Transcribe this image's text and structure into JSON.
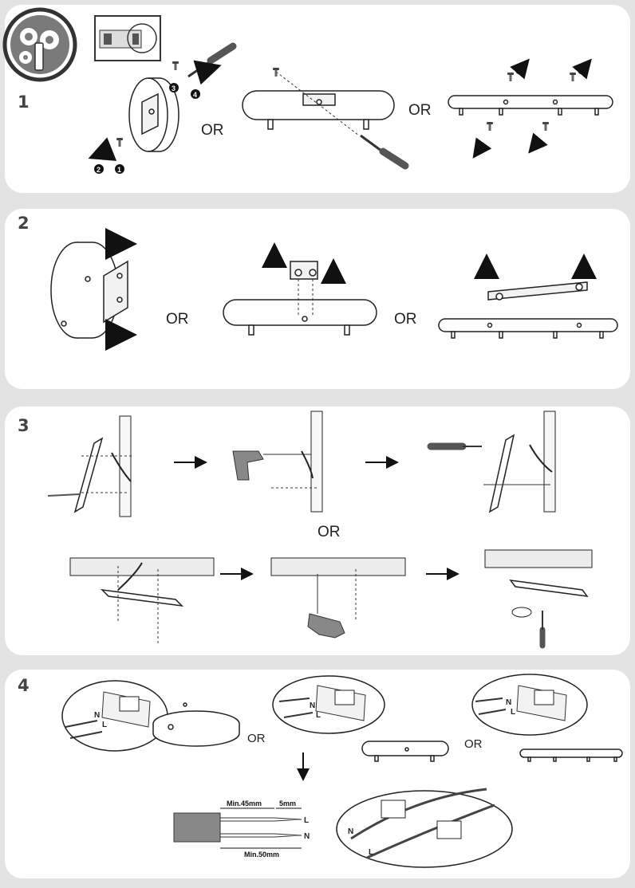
{
  "steps": [
    {
      "number": "1",
      "or_labels": [
        "OR",
        "OR"
      ]
    },
    {
      "number": "2",
      "or_labels": [
        "OR",
        "OR"
      ]
    },
    {
      "number": "3",
      "or_labels": [
        "OR"
      ]
    },
    {
      "number": "4",
      "or_labels": [
        "OR",
        "OR"
      ]
    }
  ],
  "wiring": {
    "terminal_n": "N",
    "terminal_l": "L",
    "strip_length": "Min.45mm",
    "tip_length": "5mm",
    "outer_length": "Min.50mm"
  },
  "callouts": [
    "1",
    "2",
    "3",
    "4"
  ],
  "colors": {
    "background": "#e3e3e4",
    "panel": "#ffffff",
    "ink": "#222222",
    "tool_grey": "#555555"
  },
  "icons": [
    "tools-gear-icon",
    "screwdriver-icon",
    "drill-icon",
    "arrow-icon",
    "screw-icon",
    "terminal-block-icon"
  ]
}
